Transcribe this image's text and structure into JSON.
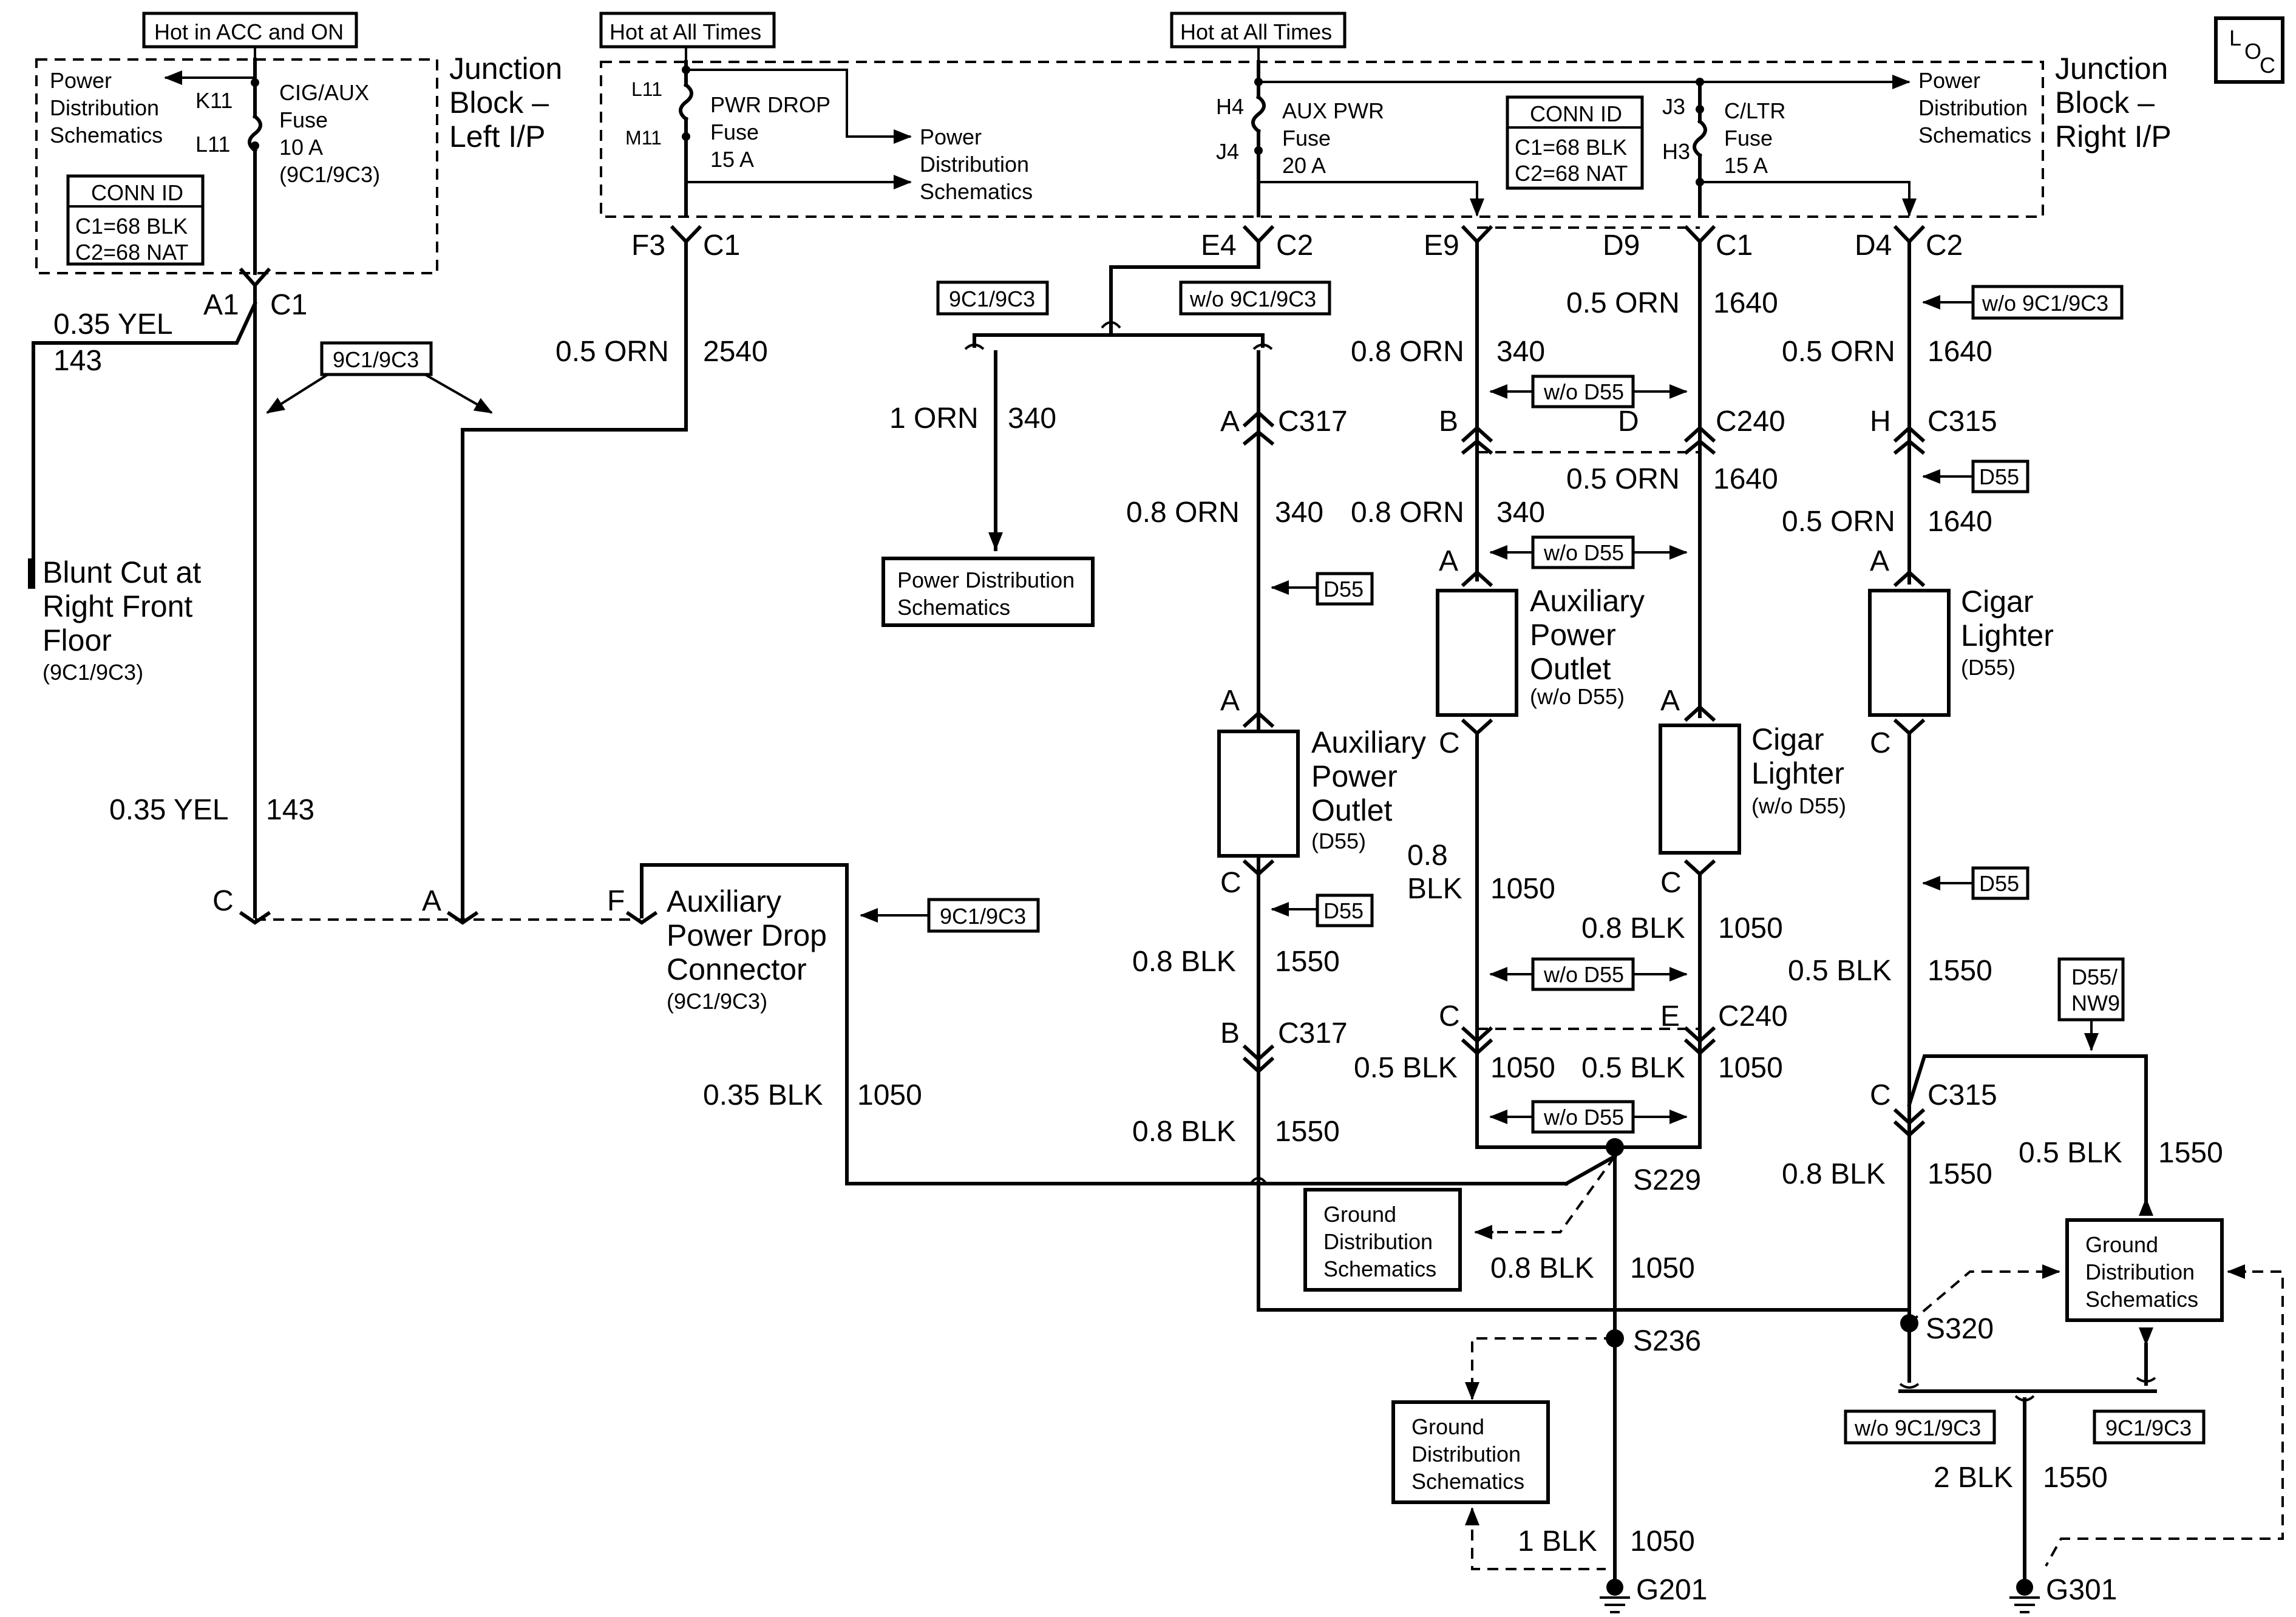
{
  "loc": {
    "l": "L",
    "o": "O",
    "c": "C"
  },
  "hot": {
    "acc_on": "Hot in ACC and ON",
    "all_times": "Hot at All Times"
  },
  "jb_left": {
    "title1": "Junction",
    "title2": "Block –",
    "title3": "Left I/P"
  },
  "jb_right": {
    "title1": "Junction",
    "title2": "Block –",
    "title3": "Right I/P"
  },
  "pds": {
    "l1": "Power",
    "l2": "Distribution",
    "l3": "Schematics"
  },
  "pds_box": {
    "l1": "Power Distribution",
    "l2": "Schematics"
  },
  "gds": {
    "l1": "Ground",
    "l2": "Distribution",
    "l3": "Schematics"
  },
  "conn_id": {
    "title": "CONN ID",
    "c1": "C1=68 BLK",
    "c2": "C2=68 NAT"
  },
  "fuses": {
    "cig_aux": {
      "name1": "CIG/AUX",
      "name2": "Fuse",
      "rating": "10 A",
      "option": "(9C1/9C3)",
      "pin_top": "K11",
      "pin_bot": "L11"
    },
    "pwr_drop": {
      "name1": "PWR DROP",
      "name2": "Fuse",
      "rating": "15 A",
      "pin_top": "L11",
      "pin_bot": "M11"
    },
    "aux_pwr": {
      "name1": "AUX PWR",
      "name2": "Fuse",
      "rating": "20 A",
      "pin_top": "H4",
      "pin_bot": "J4"
    },
    "c_ltr": {
      "name1": "C/LTR",
      "name2": "Fuse",
      "rating": "15 A",
      "pin_top": "J3",
      "pin_bot": "H3"
    }
  },
  "connectors": {
    "a1": "A1",
    "c1": "C1",
    "c2": "C2",
    "f3": "F3",
    "e4": "E4",
    "e9": "E9",
    "d9": "D9",
    "d4": "D4",
    "c317": "C317",
    "c240": "C240",
    "c315": "C315",
    "pin_a": "A",
    "pin_b": "B",
    "pin_c": "C",
    "pin_d": "D",
    "pin_e": "E",
    "pin_f": "F",
    "pin_h": "H"
  },
  "wires": {
    "yel035": "0.35 YEL",
    "c143": "143",
    "orn05": "0.5 ORN",
    "c2540": "2540",
    "c1640": "1640",
    "orn1": "1 ORN",
    "c340": "340",
    "orn08": "0.8 ORN",
    "blk08": "0.8 BLK",
    "blk08a": "0.8",
    "blk08b": "BLK",
    "c1050": "1050",
    "c1550": "1550",
    "blk05": "0.5 BLK",
    "blk035": "0.35 BLK",
    "blk1": "1 BLK",
    "blk2": "2 BLK"
  },
  "options": {
    "o9c": "9C1/9C3",
    "wo9c": "w/o 9C1/9C3",
    "d55": "D55",
    "wod55": "w/o D55",
    "d55nw9_1": "D55/",
    "d55nw9_2": "NW9"
  },
  "components": {
    "blunt": {
      "l1": "Blunt Cut at",
      "l2": "Right Front",
      "l3": "Floor",
      "opt": "(9C1/9C3)"
    },
    "drop": {
      "l1": "Auxiliary",
      "l2": "Power Drop",
      "l3": "Connector",
      "opt": "(9C1/9C3)"
    },
    "apo": {
      "l1": "Auxiliary",
      "l2": "Power",
      "l3": "Outlet",
      "opt_d55": "(D55)",
      "opt_wod55": "(w/o D55)"
    },
    "cig": {
      "l1": "Cigar",
      "l2": "Lighter",
      "opt_d55": "(D55)",
      "opt_wod55": "(w/o D55)"
    }
  },
  "splices": {
    "s229": "S229",
    "s236": "S236",
    "s320": "S320"
  },
  "grounds": {
    "g201": "G201",
    "g301": "G301"
  }
}
